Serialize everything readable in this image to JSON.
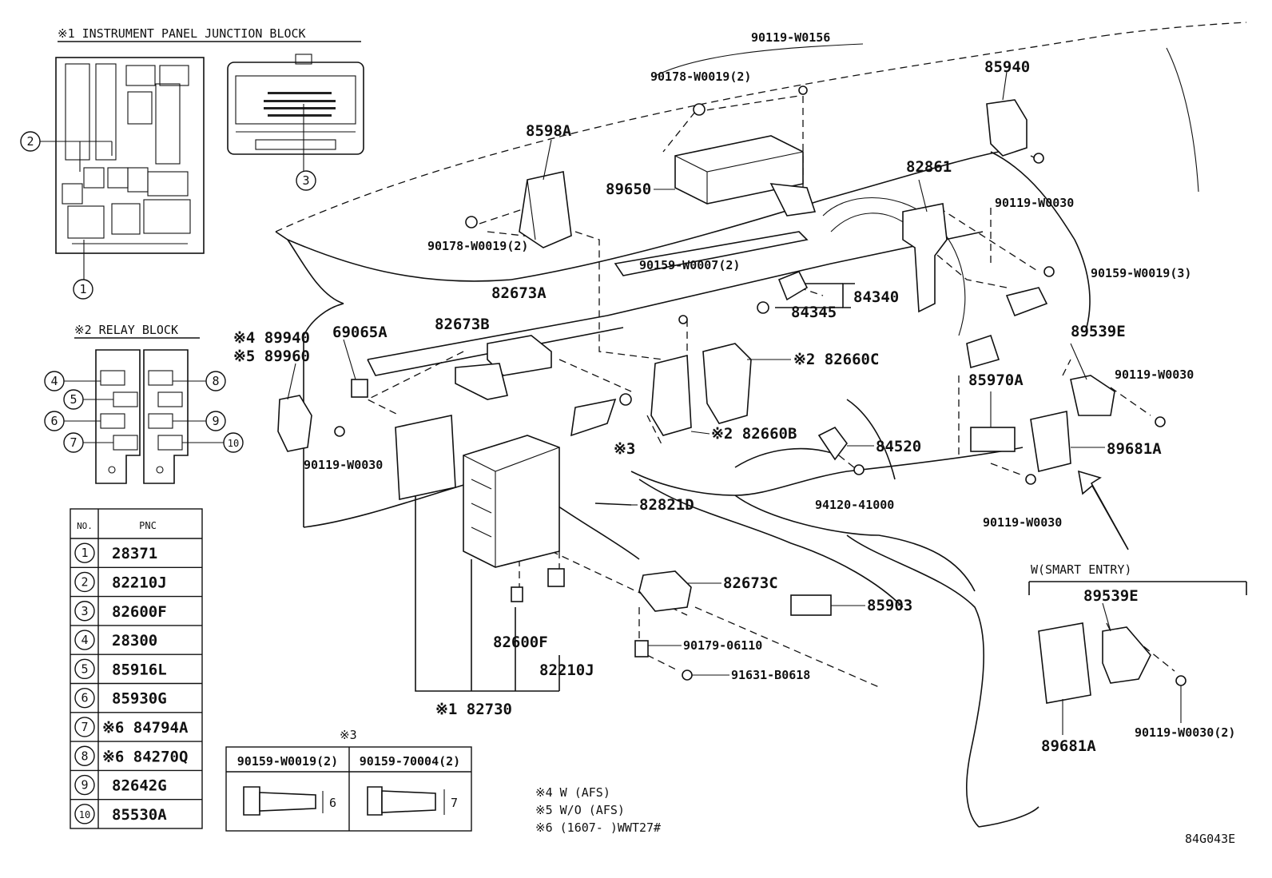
{
  "diagram": {
    "headers": {
      "junction_block": "※1 INSTRUMENT PANEL JUNCTION BLOCK",
      "relay_block": "※2 RELAY BLOCK",
      "fastener_group": "※3",
      "smart_entry": "W(SMART ENTRY)"
    },
    "callouts": [
      "1",
      "2",
      "3",
      "4",
      "5",
      "6",
      "7",
      "8",
      "9",
      "10"
    ],
    "table": {
      "col_no": "NO.",
      "col_pnc": "PNC",
      "rows": [
        {
          "no": "1",
          "pnc": "28371"
        },
        {
          "no": "2",
          "pnc": "82210J"
        },
        {
          "no": "3",
          "pnc": "82600F"
        },
        {
          "no": "4",
          "pnc": "28300"
        },
        {
          "no": "5",
          "pnc": "85916L"
        },
        {
          "no": "6",
          "pnc": "85930G"
        },
        {
          "no": "7",
          "pnc": "※6 84794A"
        },
        {
          "no": "8",
          "pnc": "※6 84270Q"
        },
        {
          "no": "9",
          "pnc": "82642G"
        },
        {
          "no": "10",
          "pnc": "85530A"
        }
      ]
    },
    "fasteners": {
      "left_label": "90159-W0019(2)",
      "right_label": "90159-70004(2)",
      "left_dim": "6",
      "right_dim": "7"
    },
    "notes": [
      "※4 W (AFS)",
      "※5 W/O (AFS)",
      "※6 (1607-      )WWT27#"
    ],
    "diagram_code": "84G043E",
    "part_labels": {
      "p90119_W0156": "90119-W0156",
      "p90178_W0019_top": "90178-W0019(2)",
      "p85940": "85940",
      "p8598A": "8598A",
      "p89650": "89650",
      "p82861": "82861",
      "p90119_W0030_tr": "90119-W0030",
      "p90178_W0019_mid": "90178-W0019(2)",
      "p90159_W0007": "90159-W0007(2)",
      "p90159_W0019_3": "90159-W0019(3)",
      "p84340": "84340",
      "p84345": "84345",
      "p82673A": "82673A",
      "p82673B": "82673B",
      "p69065A": "69065A",
      "p89940": "※4 89940",
      "p89960": "※5 89960",
      "p89539E_top": "89539E",
      "p90119_W0030_r": "90119-W0030",
      "p82660C": "※2 82660C",
      "p82660B": "※2 82660B",
      "p85970A": "85970A",
      "p89681A_top": "89681A",
      "p84520": "84520",
      "p90119_W0030_l": "90119-W0030",
      "p3_clip": "※3",
      "p94120": "94120-41000",
      "p82821D": "82821D",
      "p90119_W0030_b": "90119-W0030",
      "p82673C": "82673C",
      "p85903": "85903",
      "p90179": "90179-06110",
      "p91631": "91631-B0618",
      "p82600F": "82600F",
      "p82210J": "82210J",
      "p82730": "※1 82730",
      "p89539E_bot": "89539E",
      "p89681A_bot": "89681A",
      "p90119_W0030_2": "90119-W0030(2)"
    }
  }
}
